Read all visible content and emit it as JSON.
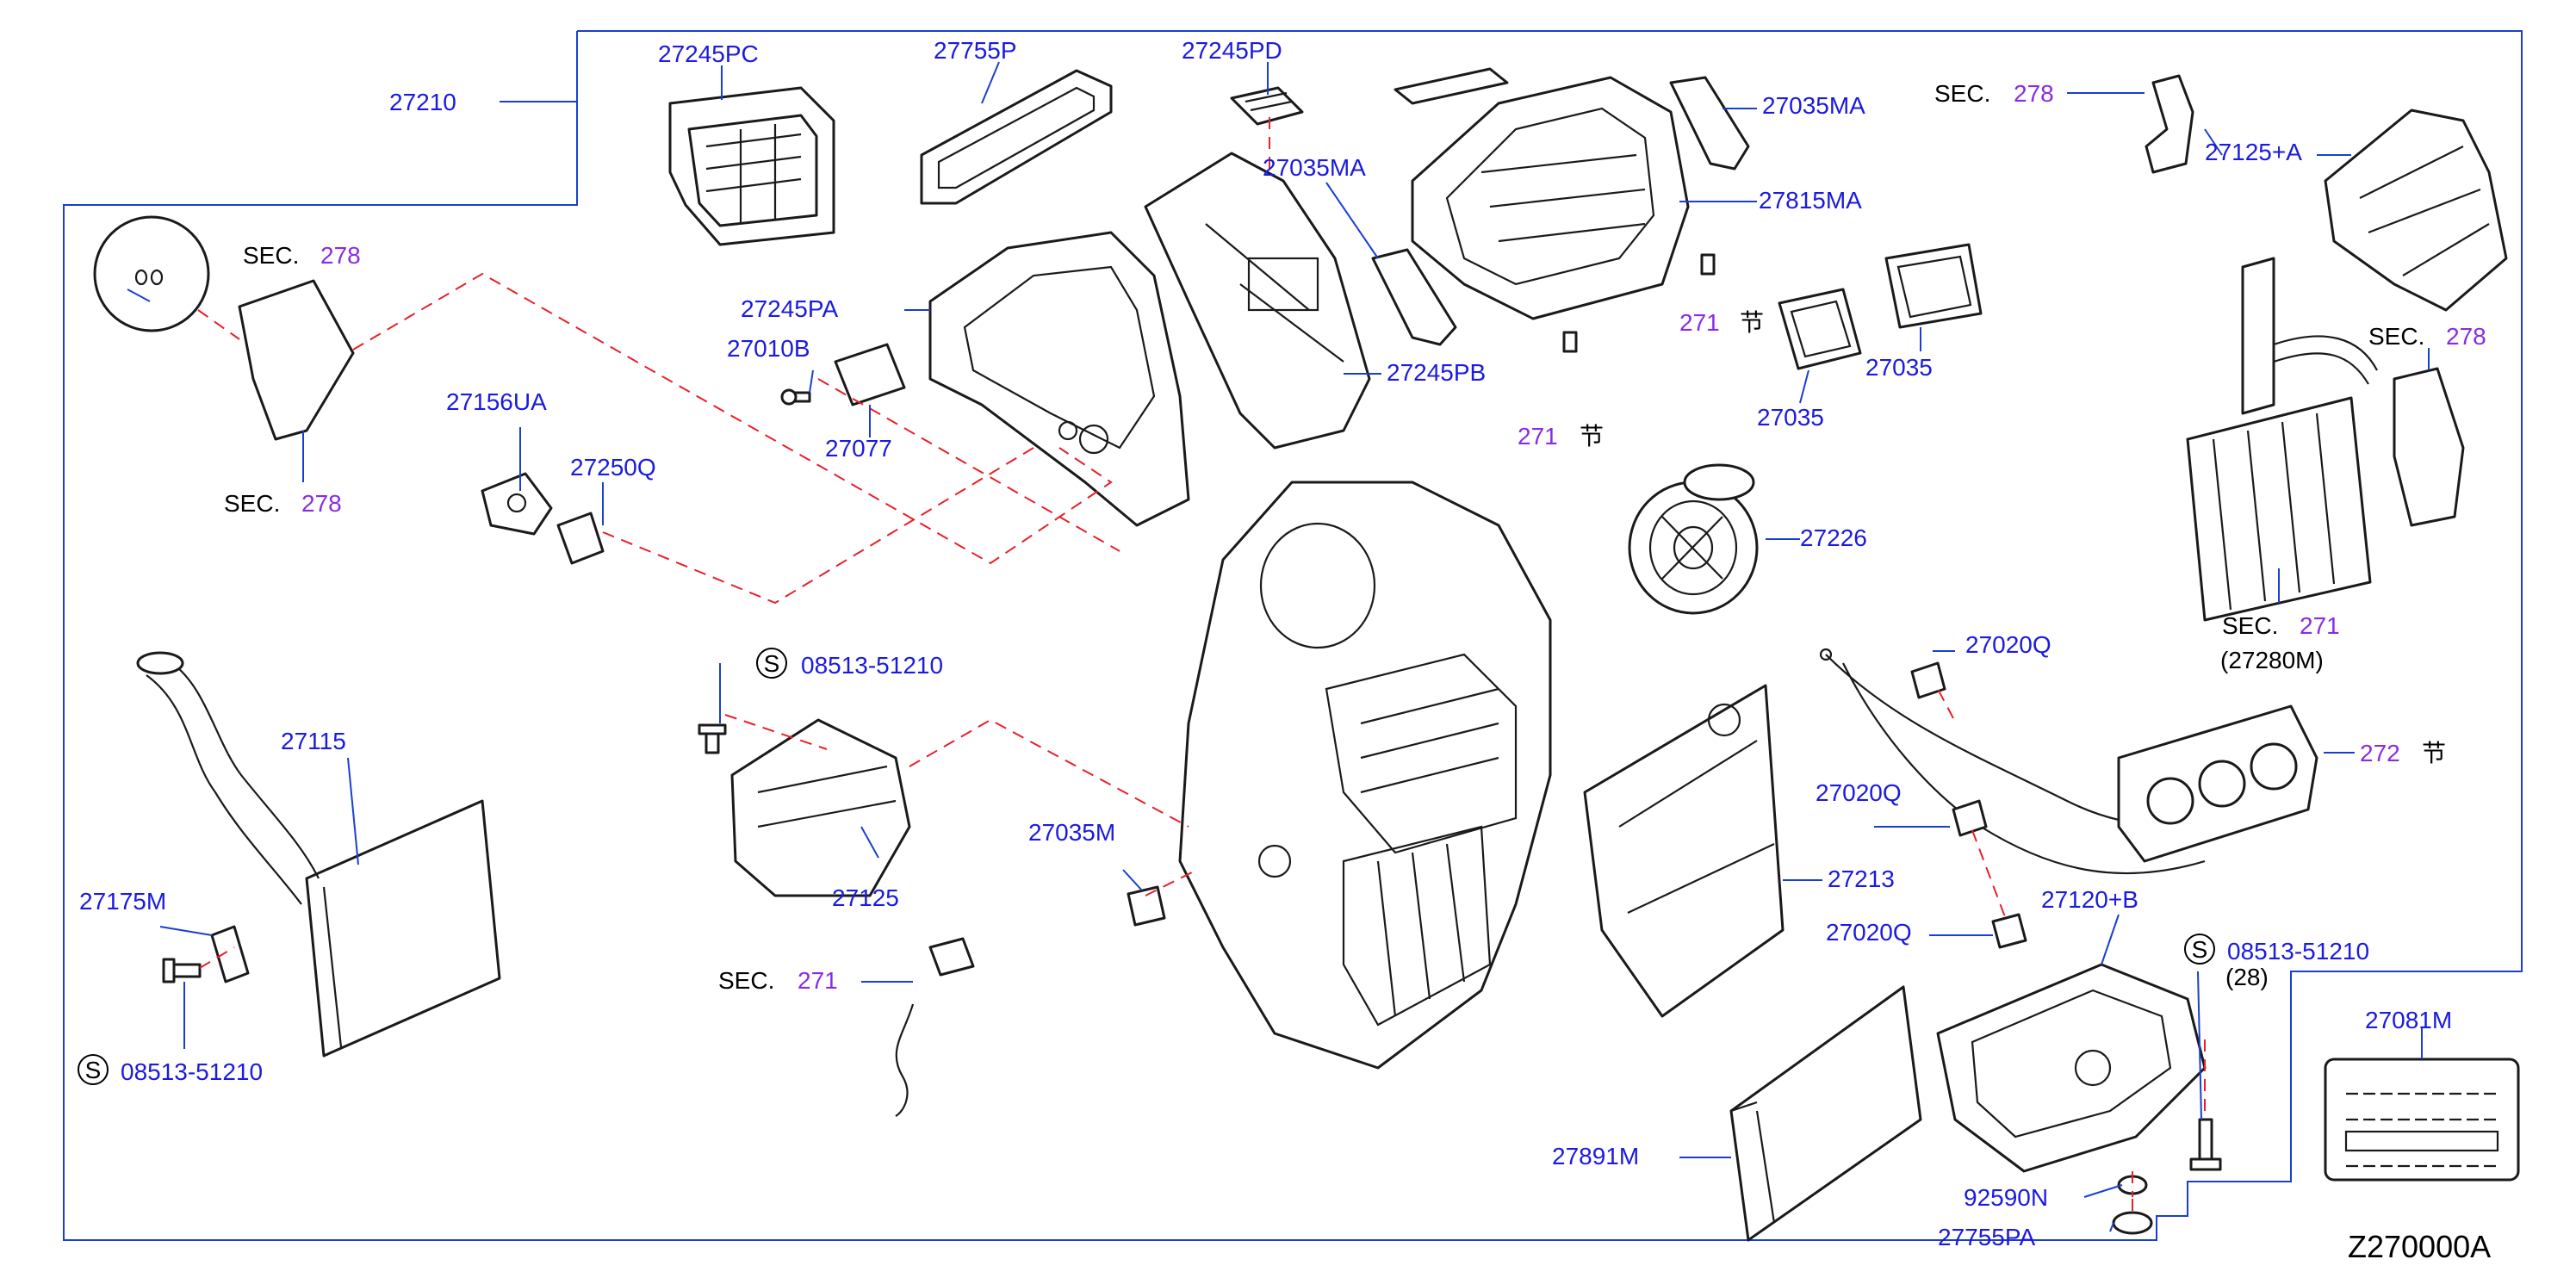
{
  "diagram_code": "Z270000A",
  "labels": {
    "p27210": "27210",
    "p27245PC": "27245PC",
    "p27755P": "27755P",
    "p27245PD": "27245PD",
    "p27035MA_a": "27035MA",
    "p27035MA_b": "27035MA",
    "p27815MA": "27815MA",
    "p27125A": "27125+A",
    "p27245PA": "27245PA",
    "p27010B": "27010B",
    "p27077": "27077",
    "p27245PB": "27245PB",
    "p27156UA": "27156UA",
    "p27250Q": "27250Q",
    "p27035_a": "27035",
    "p27035_b": "27035",
    "p27226": "27226",
    "p27280M": "(27280M)",
    "p27020Q_a": "27020Q",
    "p27020Q_b": "27020Q",
    "p27020Q_c": "27020Q",
    "p27115": "27115",
    "p27175M": "27175M",
    "p27125": "27125",
    "p27035M": "27035M",
    "p27213": "27213",
    "p27120B": "27120+B",
    "p27891M": "27891M",
    "p92590N": "92590N",
    "p27755PA": "27755PA",
    "p27081M": "27081M",
    "qty28": "(28)",
    "bolt_a": "08513-51210",
    "bolt_b": "08513-51210",
    "bolt_c": "08513-51210"
  },
  "section_refs": [
    {
      "key": "sec_278_top",
      "prefix": "SEC.",
      "ref": "278"
    },
    {
      "key": "sec_278_blower",
      "prefix": "SEC.",
      "ref": "278"
    },
    {
      "key": "sec_278_duct",
      "prefix": "SEC.",
      "ref": "278"
    },
    {
      "key": "sec_278_right",
      "prefix": "SEC.",
      "ref": "278"
    },
    {
      "key": "sec_271_filter",
      "prefix": "SEC.",
      "ref": "271"
    },
    {
      "key": "sec_271_harness",
      "prefix": "SEC.",
      "ref": "271"
    }
  ],
  "section_marks": [
    {
      "key": "m271_a",
      "ref": "271",
      "mark": "节"
    },
    {
      "key": "m271_b",
      "ref": "271",
      "mark": "节"
    },
    {
      "key": "m272",
      "ref": "272",
      "mark": "节"
    }
  ],
  "s_symbol": "S",
  "colors": {
    "part_label": "#1a1ae0",
    "section_ref": "#8a2be2",
    "leader": "#1a3fd0",
    "dashed_guide": "#e8202a",
    "line_art": "#1a1a1a"
  }
}
